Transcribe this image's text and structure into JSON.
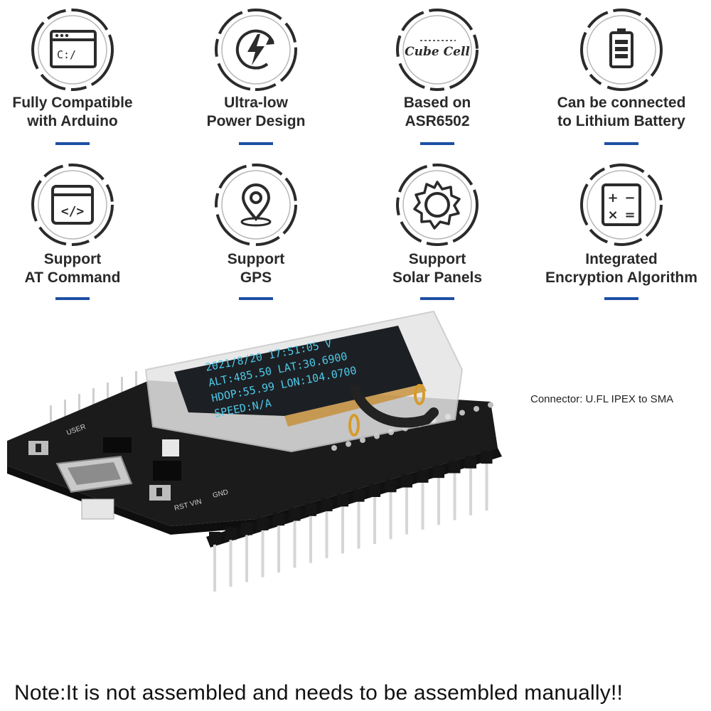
{
  "features": [
    {
      "icon": "terminal-window-icon",
      "terminal_text": "C:/",
      "lines": [
        "Fully Compatible",
        "with Arduino"
      ]
    },
    {
      "icon": "power-bolt-icon",
      "lines": [
        "Ultra-low",
        "Power Design"
      ]
    },
    {
      "icon": "cubecell-logo-icon",
      "logo_text": "Cube Cell",
      "lines": [
        "Based on",
        "ASR6502"
      ]
    },
    {
      "icon": "battery-icon",
      "lines": [
        "Can be connected",
        "to Lithium Battery"
      ]
    },
    {
      "icon": "code-brackets-icon",
      "code_text": "</>",
      "lines": [
        "Support",
        "AT Command"
      ]
    },
    {
      "icon": "location-pin-icon",
      "lines": [
        "Support",
        "GPS"
      ]
    },
    {
      "icon": "sun-icon",
      "lines": [
        "Support",
        "Solar Panels"
      ]
    },
    {
      "icon": "calculator-icon",
      "calc_symbols": [
        "+",
        "−",
        "×",
        "="
      ],
      "lines": [
        "Integrated",
        "Encryption Algorithm"
      ]
    }
  ],
  "board": {
    "display_lines": [
      "2021/8/20 17:51:05 V",
      "ALT:485.50 LAT:30.6900",
      "HDOP:55.99 LON:104.0700",
      "SPEED:N/A"
    ],
    "silk_labels": [
      "GND",
      "VIN",
      "RST",
      "USER"
    ]
  },
  "connector_label": "Connector: U.FL IPEX to SMA",
  "note": "Note:It is not assembled and needs to be assembled manually!!",
  "colors": {
    "accent_blue": "#1d4fa3",
    "ring_dark": "#2b2b2b",
    "pcb_black": "#1b1b1b",
    "oled_text": "#4fc8e8"
  }
}
